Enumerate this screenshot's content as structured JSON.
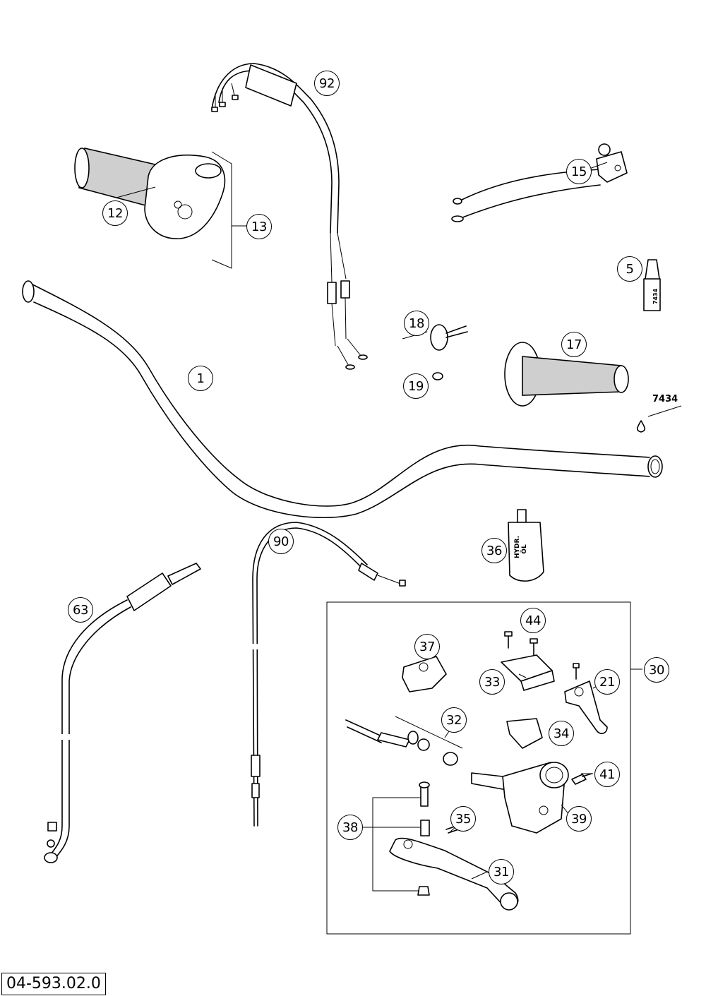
{
  "drawing_number": "04-593.02.0",
  "callouts": [
    {
      "label": "92"
    },
    {
      "label": "12"
    },
    {
      "label": "13"
    },
    {
      "label": "15"
    },
    {
      "label": "5"
    },
    {
      "label": "18"
    },
    {
      "label": "17"
    },
    {
      "label": "1"
    },
    {
      "label": "19"
    },
    {
      "label": "36"
    },
    {
      "label": "90"
    },
    {
      "label": "63"
    },
    {
      "label": "44"
    },
    {
      "label": "37"
    },
    {
      "label": "30"
    },
    {
      "label": "33"
    },
    {
      "label": "21"
    },
    {
      "label": "32"
    },
    {
      "label": "34"
    },
    {
      "label": "41"
    },
    {
      "label": "38"
    },
    {
      "label": "35"
    },
    {
      "label": "39"
    },
    {
      "label": "31"
    }
  ],
  "labels": {
    "loctite_code": "7434",
    "loctite_tube_text": "7434",
    "oil_bottle_text_line1": "HYDR.",
    "oil_bottle_text_line2": "ÖL"
  }
}
